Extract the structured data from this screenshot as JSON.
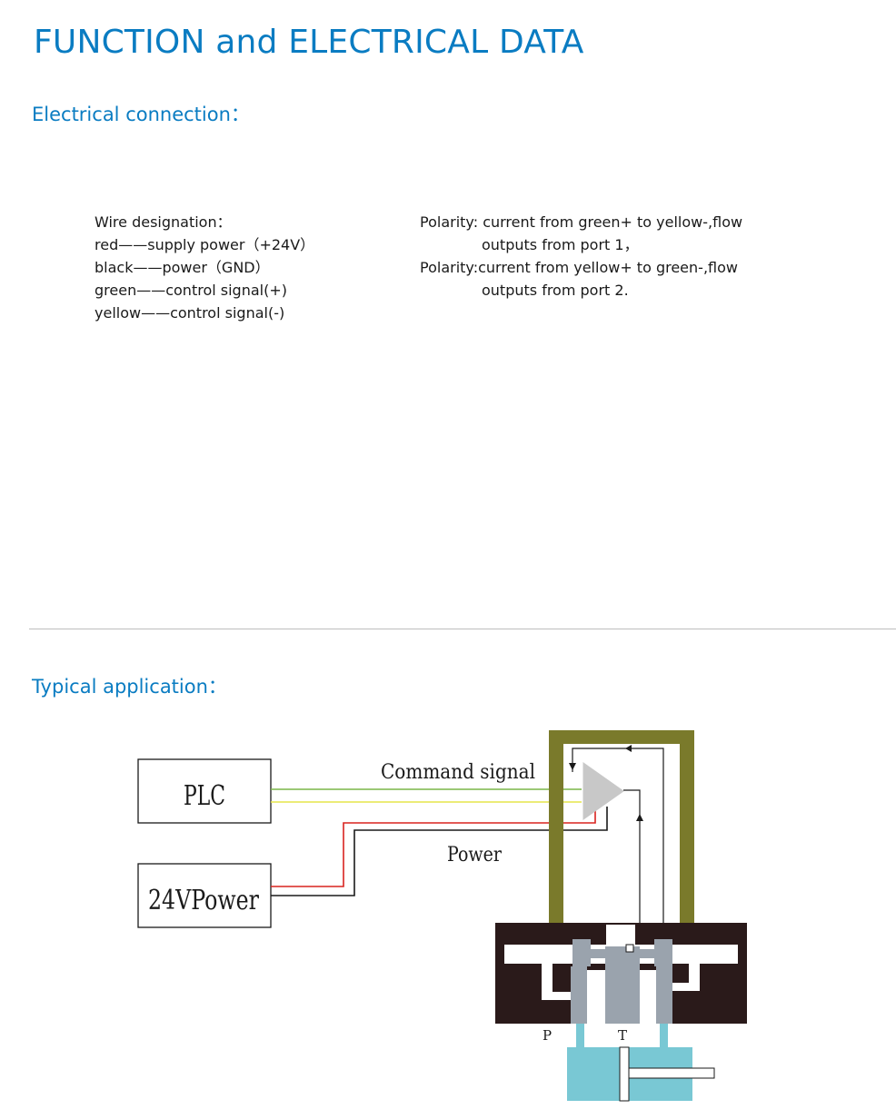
{
  "title": "FUNCTION and ELECTRICAL DATA",
  "electrical": {
    "heading": "Electrical connection：",
    "wire_designation": "Wire designation：",
    "wires": [
      "red——supply power（+24V）",
      "black——power（GND）",
      "green——control signal(+)",
      "yellow——control signal(-)"
    ],
    "polarity": {
      "line1a": "Polarity: current from green+ to yellow-,flow",
      "line1b": "outputs from port 1，",
      "line2a": "Polarity:current from yellow+ to green-,flow",
      "line2b": "outputs from port 2."
    }
  },
  "typical": {
    "heading": "Typical application：",
    "diagram": {
      "plc_label": "PLC",
      "power_label": "24VPower",
      "command_signal": "Command signal",
      "power_text": "Power",
      "port_p": "P",
      "port_t": "T"
    }
  },
  "colors": {
    "heading_blue": "#0a7cc2",
    "wire_green": "#7ab648",
    "wire_yellow": "#e6e64a",
    "wire_red": "#d9231f",
    "frame_olive": "#7a7a2b",
    "valve_body": "#2a1a1a",
    "spool_gray": "#9aa3ad",
    "cylinder_cyan": "#79c8d4"
  }
}
